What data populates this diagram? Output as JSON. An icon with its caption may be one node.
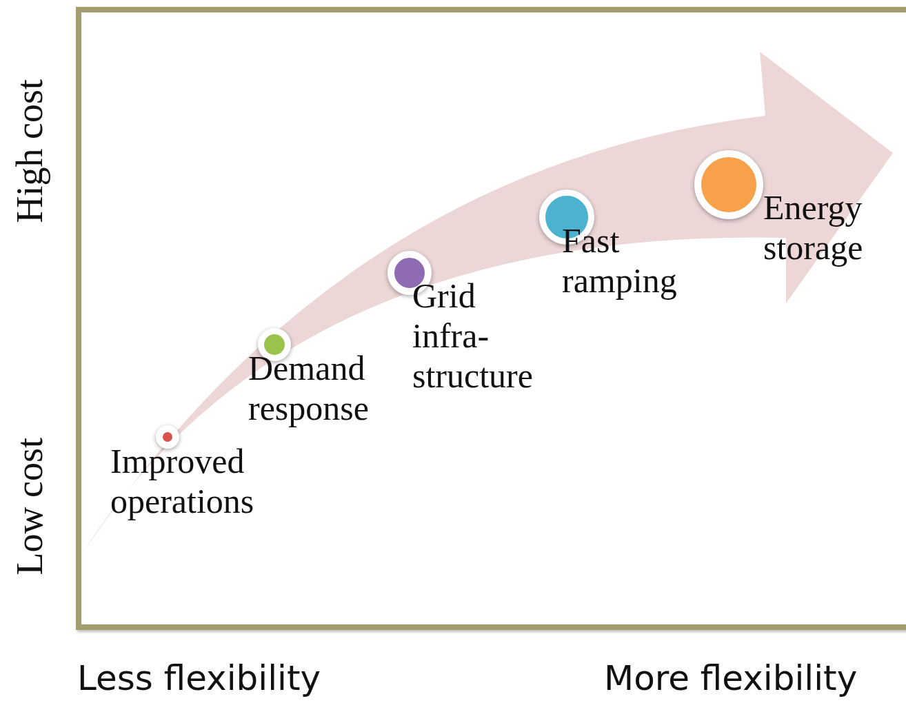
{
  "diagram": {
    "nodes": [
      {
        "text": [],
        "shape": "circle",
        "beside": [
          "Improved operations"
        ]
      },
      {
        "text": [],
        "shape": "circle",
        "beside": [
          "Demand response"
        ]
      },
      {
        "text": [],
        "shape": "circle",
        "beside": [
          "Grid infra- structure"
        ]
      },
      {
        "text": [],
        "shape": "circle",
        "beside": [
          "Fast ramping"
        ]
      },
      {
        "text": [],
        "shape": "circle",
        "beside": [
          "Energy storage"
        ]
      }
    ],
    "labels": [
      "High cost",
      "Low cost",
      "Less flexibility",
      "More flexibility"
    ]
  }
}
